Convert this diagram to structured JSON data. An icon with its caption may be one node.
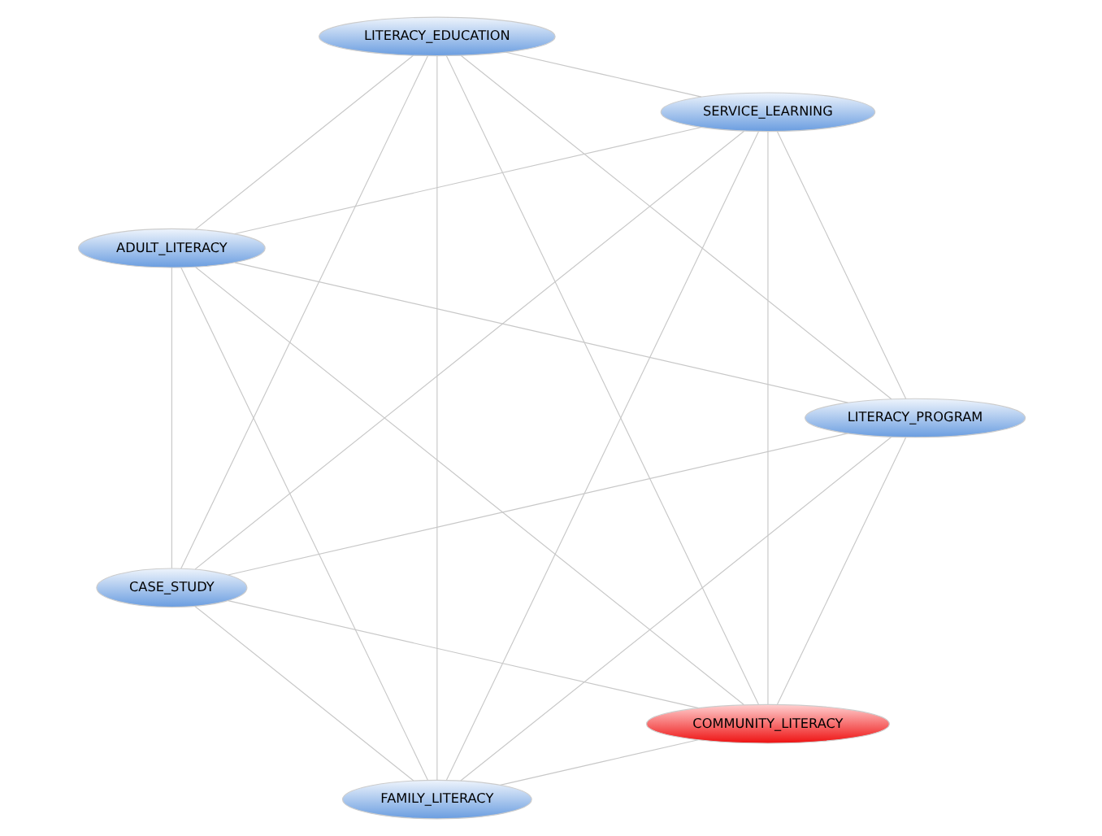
{
  "diagram": {
    "nodes": [
      {
        "text": [
          "COMMUNITY_LITERACY"
        ]
      },
      {
        "text": [
          "LITERACY_PROGRAM"
        ]
      },
      {
        "text": [
          "CASE_STUDY"
        ]
      },
      {
        "text": [
          "ADULT_LITERACY"
        ]
      },
      {
        "text": [
          "LITERACY_EDUCATION"
        ]
      },
      {
        "text": [
          "SERVICE_LEARNING"
        ]
      },
      {
        "text": [
          "FAMILY_LITERACY"
        ]
      }
    ],
    "edges": [
      {
        "from": 0,
        "to": 1,
        "arrow": "none"
      },
      {
        "from": 0,
        "to": 2,
        "arrow": "none"
      },
      {
        "from": 0,
        "to": 3,
        "arrow": "none"
      },
      {
        "from": 0,
        "to": 4,
        "arrow": "none"
      },
      {
        "from": 0,
        "to": 5,
        "arrow": "none"
      },
      {
        "from": 0,
        "to": 6,
        "arrow": "none"
      },
      {
        "from": 1,
        "to": 2,
        "arrow": "none"
      },
      {
        "from": 1,
        "to": 3,
        "arrow": "none"
      },
      {
        "from": 1,
        "to": 4,
        "arrow": "none"
      },
      {
        "from": 1,
        "to": 5,
        "arrow": "none"
      },
      {
        "from": 1,
        "to": 6,
        "arrow": "none"
      },
      {
        "from": 2,
        "to": 3,
        "arrow": "none"
      },
      {
        "from": 2,
        "to": 4,
        "arrow": "none"
      },
      {
        "from": 2,
        "to": 5,
        "arrow": "none"
      },
      {
        "from": 2,
        "to": 6,
        "arrow": "none"
      },
      {
        "from": 3,
        "to": 4,
        "arrow": "none"
      },
      {
        "from": 3,
        "to": 5,
        "arrow": "none"
      },
      {
        "from": 3,
        "to": 6,
        "arrow": "none"
      },
      {
        "from": 4,
        "to": 5,
        "arrow": "none"
      },
      {
        "from": 4,
        "to": 6,
        "arrow": "none"
      },
      {
        "from": 5,
        "to": 6,
        "arrow": "none"
      }
    ]
  }
}
